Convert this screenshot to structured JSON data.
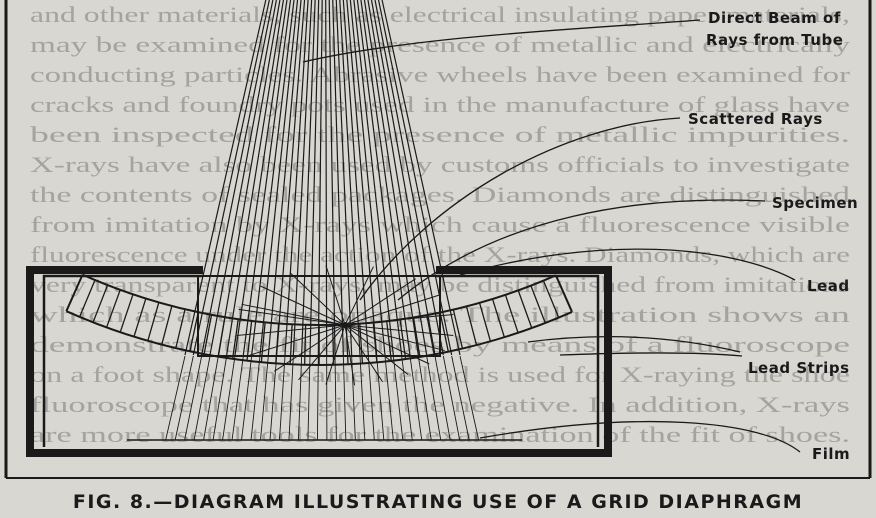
{
  "labels": {
    "direct_beam_line1": "Direct Beam of",
    "direct_beam_line2": "Rays from Tube",
    "scattered_rays": "Scattered Rays",
    "specimen": "Specimen",
    "lead": "Lead",
    "lead_strips": "Lead Strips",
    "film": "Film"
  },
  "caption": "FIG. 8.—DIAGRAM ILLUSTRATING USE OF A GRID DIAPHRAGM",
  "bleed_through_text": [
    "and other materials, such as electrical insulating paper materials,",
    "may be examined for the presence of metallic and electrically",
    "conducting particles. Abrasive wheels have been examined for",
    "cracks and foundry pots used in the manufacture of glass have",
    "been inspected for the presence of metallic impurities.",
    "X-rays have also been used by customs officials to investigate",
    "the contents of sealed packages. Diamonds are distinguished",
    "from imitation by X-rays which cause a fluorescence visible",
    "fluorescence under the action of the X-rays. Diamonds, which are",
    "very transparent to X-rays, may be distinguished from imitations",
    "which as a rule are opaque. The illustration shows an",
    "demonstrate the fit of shoes by means of a fluoroscope",
    "on a foot shape. The same method is used for X-raying the shoe",
    "fluoroscope that has given the negative. In addition, X-rays",
    "are more useful tools for the examination of the fit of shoes."
  ],
  "colors": {
    "ink": "#1a1a1a",
    "paper": "#d9d7d2",
    "bleed_text": "#3b3b3b"
  }
}
